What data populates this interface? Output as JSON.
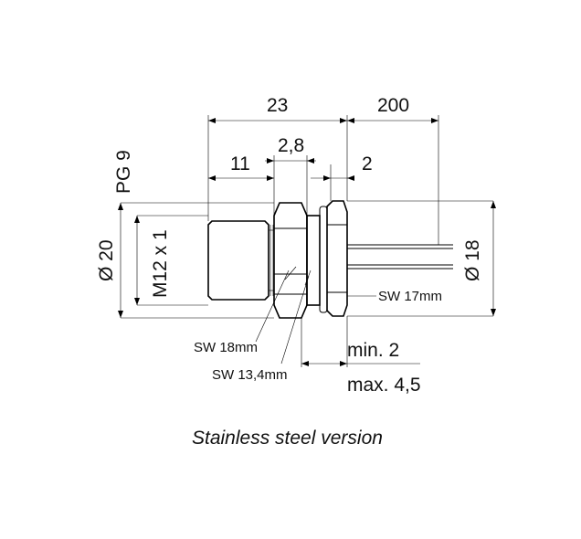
{
  "dimensions": {
    "overall_length": "23",
    "cable_length": "200",
    "thread_length": "11",
    "nut_width": "2,8",
    "flange_width": "2",
    "thread_label": "M12 x 1",
    "pg_label": "PG 9",
    "outer_diameter": "Ø 20",
    "flange_diameter": "Ø 18",
    "sw_small_nut": "SW 17mm",
    "sw_nut": "SW 18mm",
    "sw_body": "SW 13,4mm",
    "panel_min": "min. 2",
    "panel_max": "max. 4,5"
  },
  "caption": "Stainless steel version"
}
